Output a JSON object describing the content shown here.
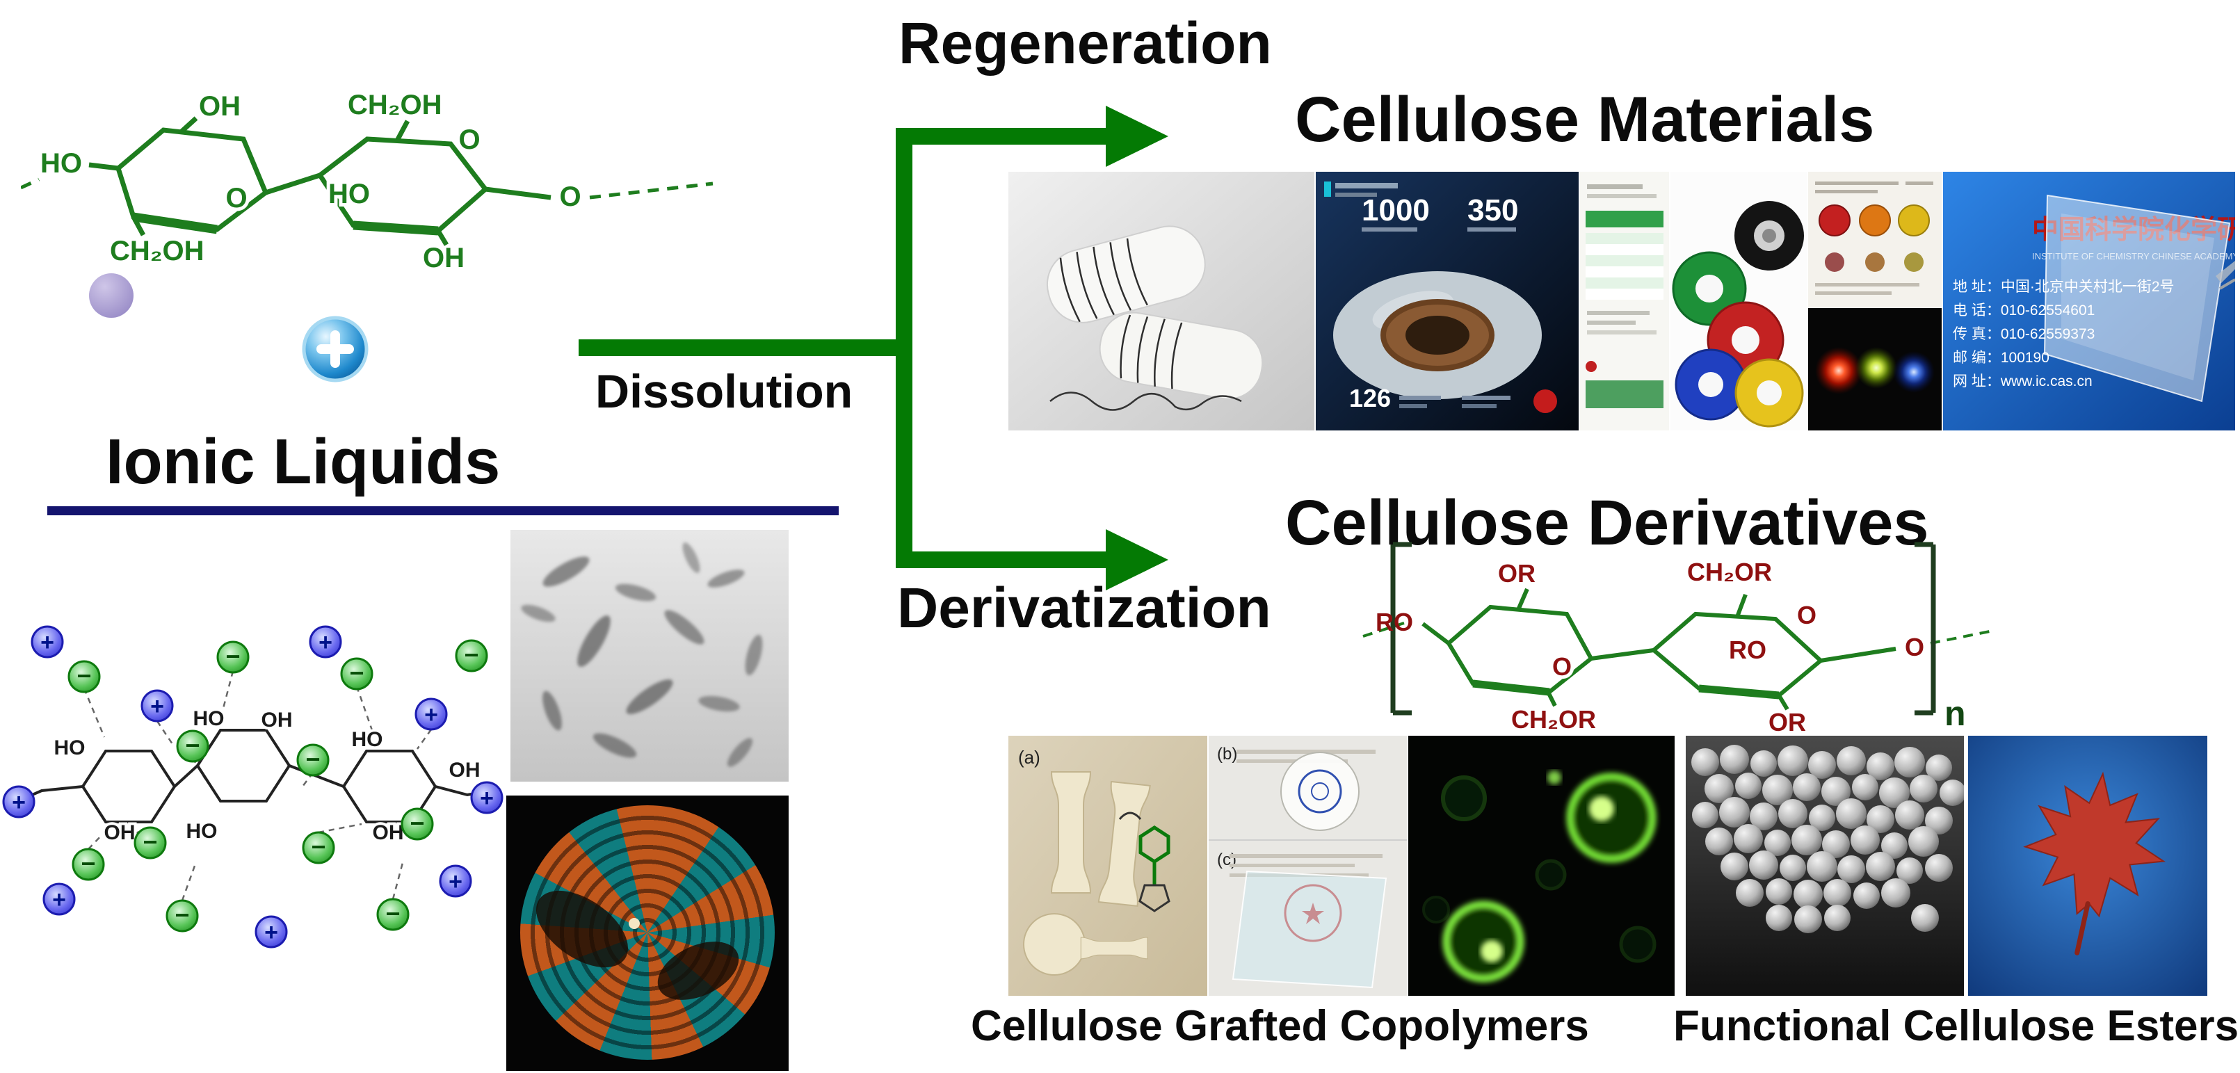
{
  "headings": {
    "regeneration": "Regeneration",
    "dissolution": "Dissolution",
    "derivatization": "Derivatization",
    "ionic_liquids": "Ionic Liquids",
    "cellulose_materials": "Cellulose Materials",
    "cellulose_derivatives": "Cellulose Derivatives"
  },
  "captions": {
    "grafted_copolymers": "Cellulose Grafted Copolymers",
    "functional_esters": "Functional Cellulose Esters"
  },
  "cellulose_structure": {
    "ho": "HO",
    "oh": "OH",
    "ch2oh": "CH₂OH",
    "o": "O"
  },
  "derivative_structure": {
    "ro": "RO",
    "or": "OR",
    "ch2or": "CH₂OR",
    "o": "O",
    "n": "n"
  },
  "chain": {
    "ho": "HO",
    "oh": "OH"
  },
  "ions": {
    "cation": "+",
    "anion": "−"
  },
  "brochure": {
    "stat1": "1000",
    "stat2": "350",
    "stat3": "126"
  },
  "blue_card": {
    "institute_cn": "中国科学院化学研究所",
    "institute_en": "INSTITUTE OF CHEMISTRY CHINESE ACADEMY OF SCIENCES",
    "lines": [
      "地 址：中国·北京中关村北一街2号",
      "电 话：010-62554601",
      "传 真：010-62559373",
      "邮 编：100190",
      "网 址：www.ic.cas.cn"
    ]
  },
  "photo_labels": {
    "a": "(a)",
    "b": "(b)",
    "c": "(c)"
  },
  "colors": {
    "arrow_green": "#047a04",
    "structure_green": "#1e7d1e",
    "derivative_red": "#8f1010",
    "underline_navy": "#14146e"
  }
}
